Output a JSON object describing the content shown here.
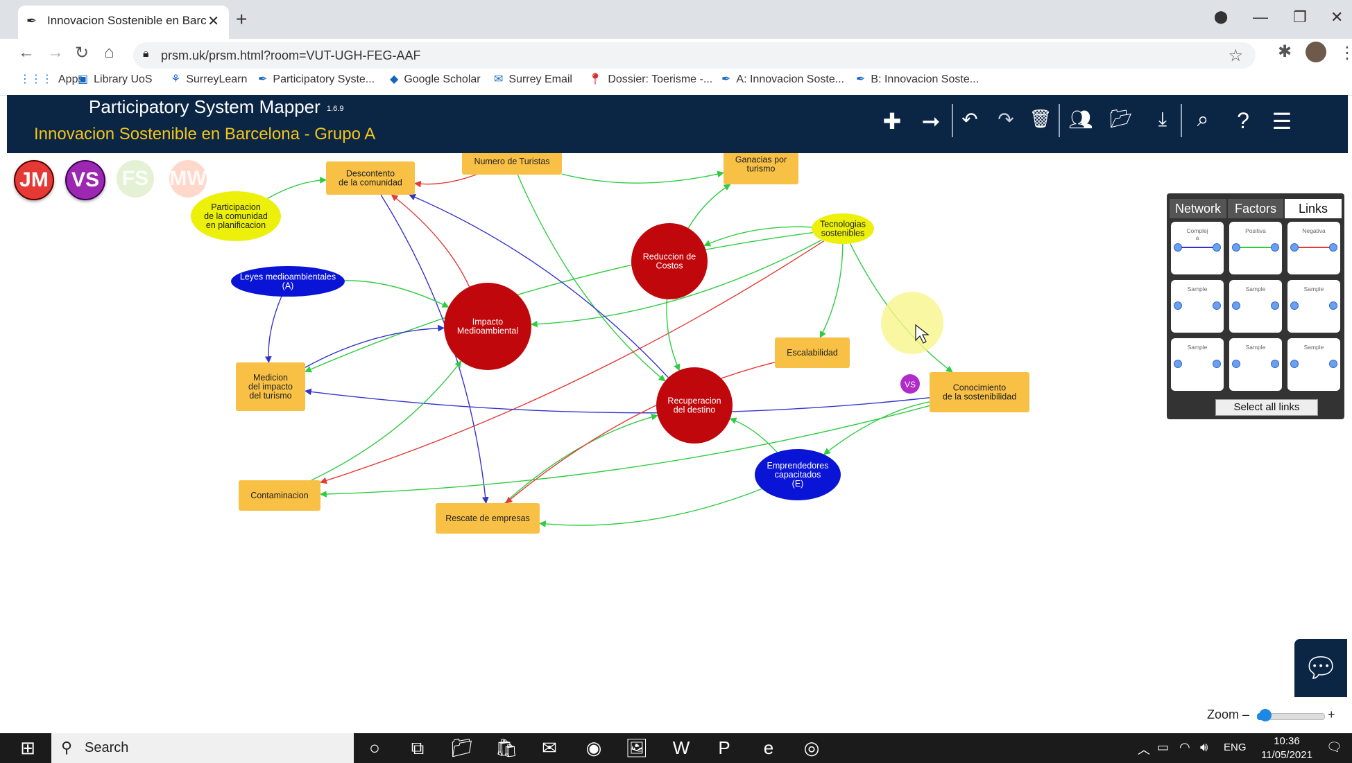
{
  "browser": {
    "tab_title": "Innovacion Sostenible en Barcelo",
    "tab_close": "✕",
    "new_tab": "+",
    "url": "prsm.uk/prsm.html?room=VUT-UGH-FEG-AAF",
    "window_min": "—",
    "window_max": "❐",
    "window_close": "✕"
  },
  "bookmarks": [
    {
      "label": "Apps",
      "icon": "apps-grid-icon"
    },
    {
      "label": "Library UoS",
      "icon": "library-icon"
    },
    {
      "label": "SurreyLearn",
      "icon": "surreylearn-icon"
    },
    {
      "label": "Participatory Syste...",
      "icon": "prsm-icon"
    },
    {
      "label": "Google Scholar",
      "icon": "scholar-icon"
    },
    {
      "label": "Surrey Email",
      "icon": "outlook-icon"
    },
    {
      "label": "Dossier: Toerisme -...",
      "icon": "map-pin-icon"
    },
    {
      "label": "A: Innovacion Soste...",
      "icon": "prsm-icon"
    },
    {
      "label": "B: Innovacion Soste...",
      "icon": "prsm-icon"
    }
  ],
  "app": {
    "title": "Participatory System Mapper",
    "version": "1.6.9",
    "map_title": "Innovacion Sostenible en Barcelona - Grupo A",
    "accent": "#f5c518",
    "header_bg": "#0b2545"
  },
  "users": [
    {
      "initials": "JM",
      "color": "#e53935",
      "active": true
    },
    {
      "initials": "VS",
      "color": "#9c27b0",
      "active": true
    },
    {
      "initials": "FS",
      "color": "#dcedc8",
      "active": false
    },
    {
      "initials": "MW",
      "color": "#ffccbc",
      "active": false
    }
  ],
  "cursor_label": "VS",
  "nodes": [
    {
      "id": "n1",
      "label": [
        "Descontento",
        "de la comunidad"
      ],
      "shape": "box"
    },
    {
      "id": "n2",
      "label": [
        "Numero de Turistas"
      ],
      "shape": "box"
    },
    {
      "id": "n3",
      "label": [
        "Ganacias por",
        "turismo"
      ],
      "shape": "box"
    },
    {
      "id": "n4",
      "label": [
        "Participacion",
        "de la comunidad",
        "en planificacion"
      ],
      "shape": "yellow-ellipse"
    },
    {
      "id": "n5",
      "label": [
        "Leyes medioambientales",
        "(A)"
      ],
      "shape": "blue-ellipse"
    },
    {
      "id": "n6",
      "label": [
        "Impacto",
        "Medioambiental"
      ],
      "shape": "red-circle"
    },
    {
      "id": "n7",
      "label": [
        "Reduccion de",
        "Costos"
      ],
      "shape": "red-circle"
    },
    {
      "id": "n8",
      "label": [
        "Tecnologias",
        "sostenibles"
      ],
      "shape": "yellow-ellipse"
    },
    {
      "id": "n9",
      "label": [
        "Escalabilidad"
      ],
      "shape": "box"
    },
    {
      "id": "n10",
      "label": [
        "Medicion",
        "del impacto",
        "del turismo"
      ],
      "shape": "box"
    },
    {
      "id": "n11",
      "label": [
        "Recuperacion",
        "del destino"
      ],
      "shape": "red-circle"
    },
    {
      "id": "n12",
      "label": [
        "Conocimiento",
        "de la sostenibilidad"
      ],
      "shape": "box"
    },
    {
      "id": "n13",
      "label": [
        "Emprendedores",
        "capacitados",
        "(E)"
      ],
      "shape": "blue-ellipse"
    },
    {
      "id": "n14",
      "label": [
        "Contaminacion"
      ],
      "shape": "box"
    },
    {
      "id": "n15",
      "label": [
        "Rescate de empresas"
      ],
      "shape": "box"
    }
  ],
  "edges": [
    {
      "from": "n2",
      "to": "n1",
      "color": "#e53935"
    },
    {
      "from": "n2",
      "to": "n3",
      "color": "#2ecc40"
    },
    {
      "from": "n4",
      "to": "n1",
      "color": "#2ecc40"
    },
    {
      "from": "n2",
      "to": "n11",
      "color": "#2ecc40"
    },
    {
      "from": "n7",
      "to": "n3",
      "color": "#2ecc40"
    },
    {
      "from": "n8",
      "to": "n7",
      "color": "#2ecc40"
    },
    {
      "from": "n8",
      "to": "n6",
      "color": "#2ecc40"
    },
    {
      "from": "n8",
      "to": "n10",
      "color": "#2ecc40"
    },
    {
      "from": "n8",
      "to": "n9",
      "color": "#2ecc40"
    },
    {
      "from": "n8",
      "to": "n12",
      "color": "#2ecc40"
    },
    {
      "from": "n8",
      "to": "n14",
      "color": "#e53935"
    },
    {
      "from": "n6",
      "to": "n1",
      "color": "#e53935"
    },
    {
      "from": "n1",
      "to": "n15",
      "color": "#3333cc"
    },
    {
      "from": "n11",
      "to": "n1",
      "color": "#3333cc"
    },
    {
      "from": "n5",
      "to": "n6",
      "color": "#2ecc40"
    },
    {
      "from": "n5",
      "to": "n10",
      "color": "#3333cc"
    },
    {
      "from": "n10",
      "to": "n6",
      "color": "#3333cc"
    },
    {
      "from": "n7",
      "to": "n11",
      "color": "#2ecc40"
    },
    {
      "from": "n12",
      "to": "n10",
      "color": "#3333cc"
    },
    {
      "from": "n12",
      "to": "n13",
      "color": "#2ecc40"
    },
    {
      "from": "n12",
      "to": "n14",
      "color": "#2ecc40"
    },
    {
      "from": "n14",
      "to": "n6",
      "color": "#2ecc40"
    },
    {
      "from": "n15",
      "to": "n11",
      "color": "#2ecc40"
    },
    {
      "from": "n13",
      "to": "n11",
      "color": "#2ecc40"
    },
    {
      "from": "n13",
      "to": "n15",
      "color": "#2ecc40"
    },
    {
      "from": "n9",
      "to": "n15",
      "color": "#e53935"
    }
  ],
  "panel": {
    "tabs": [
      "Network",
      "Factors",
      "Links"
    ],
    "active_tab": "Links",
    "styles": [
      {
        "label": "Complej\na",
        "color": "#3333cc"
      },
      {
        "label": "Positiva",
        "color": "#2ecc40"
      },
      {
        "label": "Negativa",
        "color": "#e53935"
      },
      {
        "label": "Sample",
        "color": ""
      },
      {
        "label": "Sample",
        "color": ""
      },
      {
        "label": "Sample",
        "color": ""
      },
      {
        "label": "Sample",
        "color": ""
      },
      {
        "label": "Sample",
        "color": ""
      },
      {
        "label": "Sample",
        "color": ""
      }
    ],
    "select_all": "Select all links"
  },
  "zoom": {
    "label": "Zoom –",
    "plus": "+",
    "level": 0.1
  },
  "taskbar": {
    "search": "Search",
    "lang": "ENG",
    "time": "10:36",
    "date": "11/05/2021"
  }
}
